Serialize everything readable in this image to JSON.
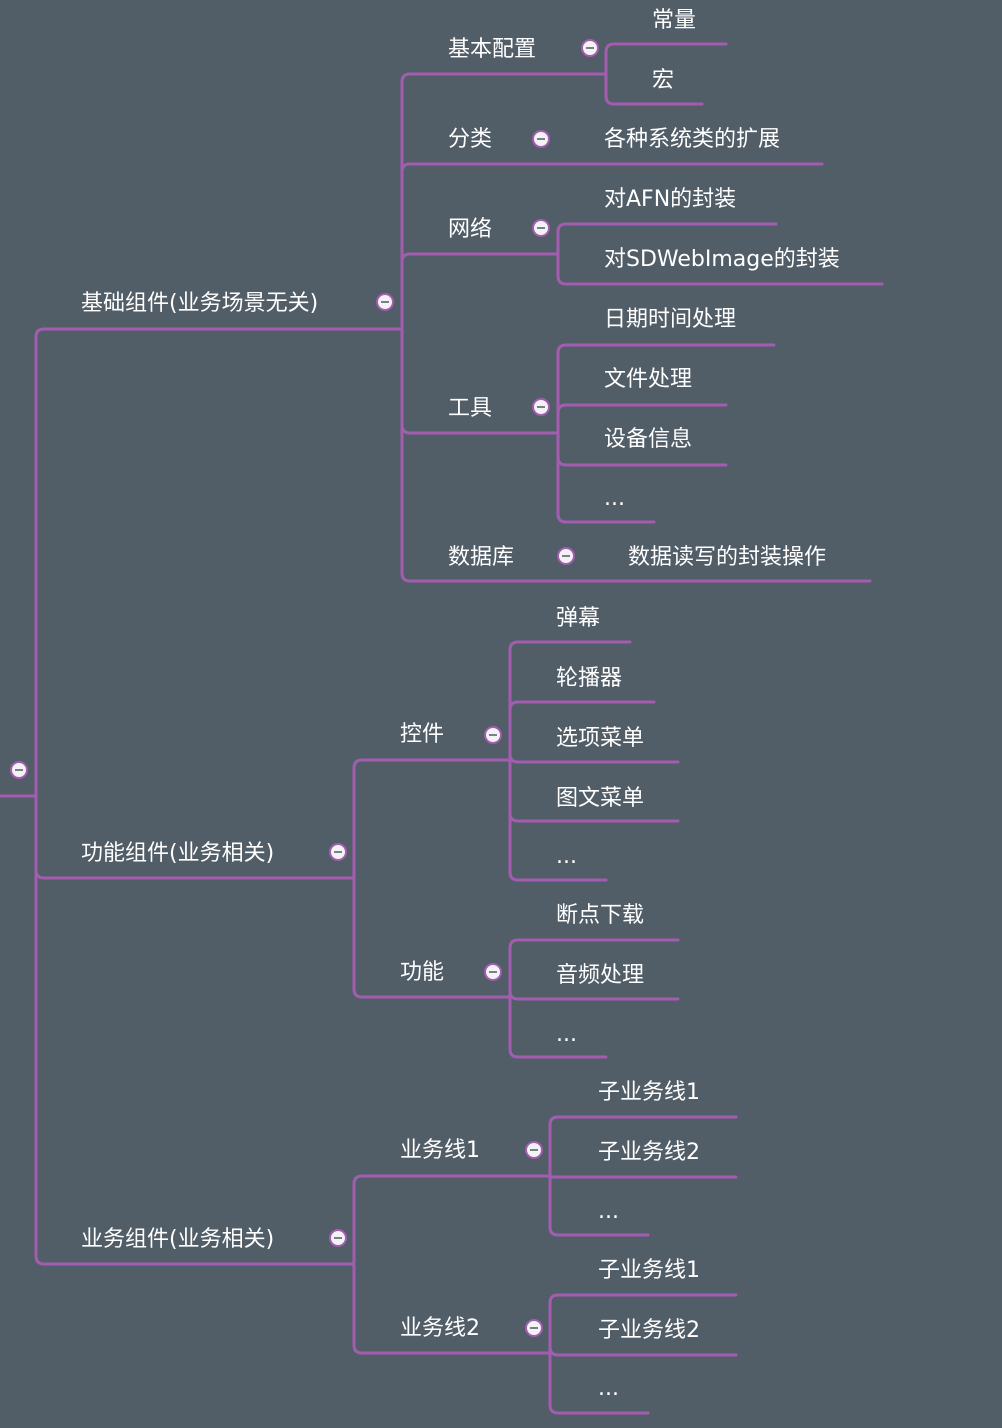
{
  "mindmap": {
    "line_color": "#a35db0",
    "background": "#515d67",
    "text_color": "#ffffff",
    "collapse_icon": "minus-circle-icon",
    "branches": [
      {
        "label": "基础组件(业务场景无关)",
        "children": [
          {
            "label": "基本配置",
            "children": [
              "常量",
              "宏"
            ]
          },
          {
            "label": "分类",
            "children": [
              "各种系统类的扩展"
            ]
          },
          {
            "label": "网络",
            "children": [
              "对AFN的封装",
              "对SDWebImage的封装"
            ]
          },
          {
            "label": "工具",
            "children": [
              "日期时间处理",
              "文件处理",
              "设备信息",
              "..."
            ]
          },
          {
            "label": "数据库",
            "children": [
              "数据读写的封装操作"
            ]
          }
        ]
      },
      {
        "label": "功能组件(业务相关)",
        "children": [
          {
            "label": "控件",
            "children": [
              "弹幕",
              "轮播器",
              "选项菜单",
              "图文菜单",
              "..."
            ]
          },
          {
            "label": "功能",
            "children": [
              "断点下载",
              "音频处理",
              "..."
            ]
          }
        ]
      },
      {
        "label": "业务组件(业务相关)",
        "children": [
          {
            "label": "业务线1",
            "children": [
              "子业务线1",
              "子业务线2",
              "..."
            ]
          },
          {
            "label": "业务线2",
            "children": [
              "子业务线1",
              "子业务线2",
              "..."
            ]
          }
        ]
      }
    ]
  }
}
